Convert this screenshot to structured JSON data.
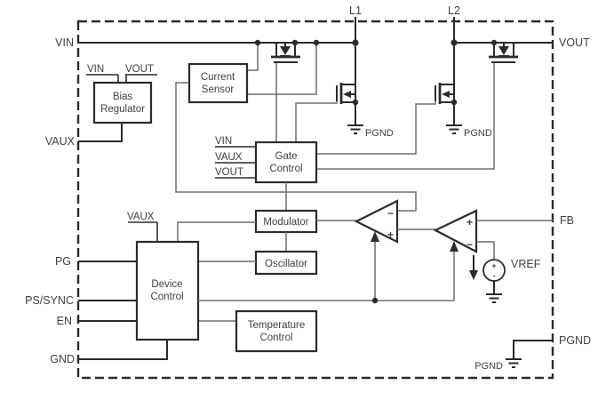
{
  "diagram": {
    "description": "Power converter IC functional block diagram",
    "pins": {
      "left": [
        {
          "label": "VIN"
        },
        {
          "label": "VAUX"
        },
        {
          "label": "PG"
        },
        {
          "label": "PS/SYNC"
        },
        {
          "label": "EN"
        },
        {
          "label": "GND"
        }
      ],
      "top": [
        {
          "label": "L1"
        },
        {
          "label": "L2"
        }
      ],
      "right": [
        {
          "label": "VOUT"
        },
        {
          "label": "FB"
        },
        {
          "label": "PGND"
        }
      ]
    },
    "blocks": {
      "bias_regulator": {
        "line1": "Bias",
        "line2": "Regulator"
      },
      "current_sensor": {
        "line1": "Current",
        "line2": "Sensor"
      },
      "gate_control": {
        "line1": "Gate",
        "line2": "Control"
      },
      "modulator": {
        "label": "Modulator"
      },
      "oscillator": {
        "label": "Oscillator"
      },
      "device_control": {
        "line1": "Device",
        "line2": "Control"
      },
      "temperature_control": {
        "line1": "Temperature",
        "line2": "Control"
      }
    },
    "bias_inputs": {
      "vin": "VIN",
      "vout": "VOUT"
    },
    "gate_inputs": {
      "vin": "VIN",
      "vaux": "VAUX",
      "vout": "VOUT"
    },
    "device_control_top": {
      "vaux": "VAUX"
    },
    "grounds": {
      "nmos1": "PGND",
      "nmos2": "PGND",
      "bottom": "PGND"
    },
    "vref": {
      "label": "VREF",
      "plus": "+",
      "minus": "-"
    },
    "comparators": {
      "pwm": {
        "plus": "+",
        "minus": "−"
      },
      "error": {
        "plus": "+",
        "minus": "−"
      }
    },
    "colors": {
      "line": "#2b2b2b",
      "wire": "#6d6e71",
      "text": "#414042",
      "background": "#ffffff"
    }
  }
}
